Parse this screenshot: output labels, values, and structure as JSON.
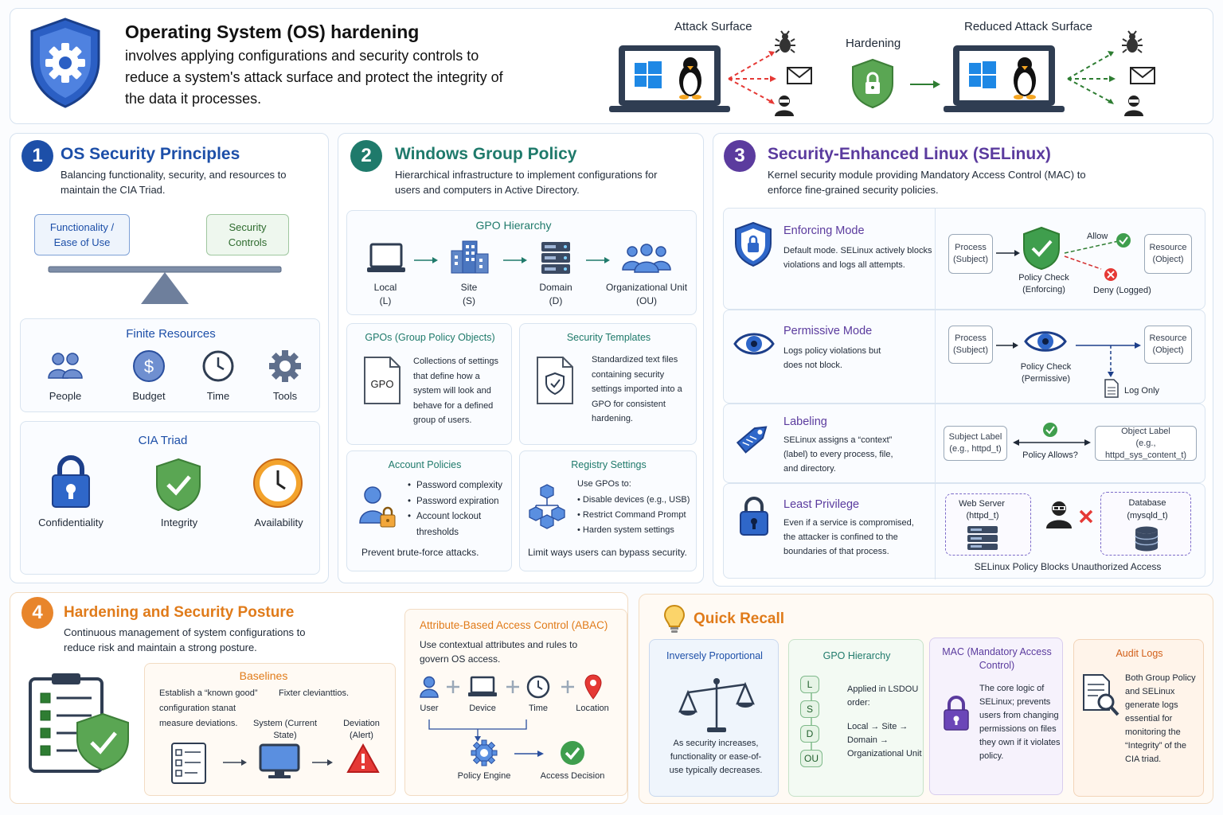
{
  "header": {
    "title": "Operating System (OS) hardening",
    "desc": "involves applying configurations and security controls to reduce a system's attack surface and protect the integrity of the data it processes.",
    "attack_surface": "Attack Surface",
    "hardening": "Hardening",
    "reduced": "Reduced Attack Surface"
  },
  "s1": {
    "num": "1",
    "title": "OS Security Principles",
    "desc": "Balancing functionality, security, and resources to maintain the CIA Triad.",
    "left_box": "Functionality / Ease of Use",
    "right_box": "Security Controls",
    "finite_title": "Finite Resources",
    "resources": [
      "People",
      "Budget",
      "Time",
      "Tools"
    ],
    "cia_title": "CIA Triad",
    "cia": [
      "Confidentiality",
      "Integrity",
      "Availability"
    ]
  },
  "s2": {
    "num": "2",
    "title": "Windows Group Policy",
    "desc": "Hierarchical infrastructure to implement configurations for users and computers in Active Directory.",
    "hier_title": "GPO Hierarchy",
    "hier": [
      {
        "name": "Local",
        "code": "(L)"
      },
      {
        "name": "Site",
        "code": "(S)"
      },
      {
        "name": "Domain",
        "code": "(D)"
      },
      {
        "name": "Organizational Unit",
        "code": "(OU)"
      }
    ],
    "gpo_title": "GPOs (Group Policy Objects)",
    "gpo_icon": "GPO",
    "gpo_text": "Collections of settings that define how a system will look and behave for a defined group of users.",
    "tmpl_title": "Security Templates",
    "tmpl_text": "Standardized text files containing security settings imported into a GPO for consistent hardening.",
    "acct_title": "Account Policies",
    "acct_items": [
      "Password complexity",
      "Password expiration",
      "Account lockout thresholds"
    ],
    "acct_foot": "Prevent brute-force attacks.",
    "reg_title": "Registry Settings",
    "reg_intro": "Use GPOs to:",
    "reg_items": [
      "Disable devices (e.g., USB)",
      "Restrict Command Prompt",
      "Harden system settings"
    ],
    "reg_foot": "Limit ways users can bypass security."
  },
  "s3": {
    "num": "3",
    "title": "Security-Enhanced Linux (SELinux)",
    "desc": "Kernel security module providing Mandatory Access Control (MAC) to enforce fine-grained security policies.",
    "enf_title": "Enforcing Mode",
    "enf_text": "Default mode. SELinux actively blocks violations and logs all attempts.",
    "process": "Process (Subject)",
    "resource": "Resource (Object)",
    "enf_check": "Policy Check (Enforcing)",
    "allow": "Allow",
    "deny": "Deny (Logged)",
    "perm_title": "Permissive Mode",
    "perm_text": "Logs policy violations but does not block.",
    "perm_check": "Policy Check (Permissive)",
    "log_only": "Log Only",
    "lab_title": "Labeling",
    "lab_text": "SELinux assigns a “context” (label) to every process, file, and directory.",
    "subj_label": "Subject Label",
    "subj_eg": "(e.g., httpd_t)",
    "obj_label": "Object Label",
    "obj_eg": "(e.g., httpd_sys_content_t)",
    "allows": "Policy Allows?",
    "lp_title": "Least Privilege",
    "lp_text": "Even if a service is compromised, the attacker is confined to the boundaries of that process.",
    "web": "Web Server",
    "web_t": "(httpd_t)",
    "db": "Database",
    "db_t": "(mysqld_t)",
    "lp_foot": "SELinux Policy Blocks Unauthorized Access"
  },
  "s4": {
    "num": "4",
    "title": "Hardening and Security Posture",
    "desc": "Continuous management of system configurations to reduce risk and maintain a strong posture.",
    "base_title": "Baselines",
    "base_l1": "Establish a “known good”",
    "base_l1b": "Fixter clevianttios.",
    "base_l2": "configuration stanat",
    "base_l3": "measure deviations.",
    "sys": "System (Current State)",
    "dev": "Deviation (Alert)",
    "abac_title": "Attribute-Based Access Control (ABAC)",
    "abac_desc": "Use contextual attributes and rules to govern OS access.",
    "attrs": [
      "User",
      "Device",
      "Time",
      "Location"
    ],
    "engine": "Policy Engine",
    "decision": "Access Decision"
  },
  "qr": {
    "title": "Quick Recall",
    "c1_title": "Inversely Proportional",
    "c1_text": "As security increases, functionality or ease-of-use typically decreases.",
    "c2_title": "GPO Hierarchy",
    "c2_letters": [
      "L",
      "S",
      "D",
      "OU"
    ],
    "c2_text1": "Applied in LSDOU order:",
    "c2_text2": "Local → Site → Domain → Organizational Unit",
    "c3_title": "MAC (Mandatory Access Control)",
    "c3_text": "The core logic of SELinux; prevents users from changing permissions on files they own if it violates policy.",
    "c4_title": "Audit Logs",
    "c4_text": "Both Group Policy and SELinux generate logs essential for monitoring the “Integrity” of the CIA triad."
  },
  "colors": {
    "blue": "#1d4fa8",
    "teal": "#1f7a6b",
    "purple": "#5b3b9e",
    "orange": "#e07b1a",
    "green": "#3f9e4d",
    "red": "#d32f2f"
  }
}
